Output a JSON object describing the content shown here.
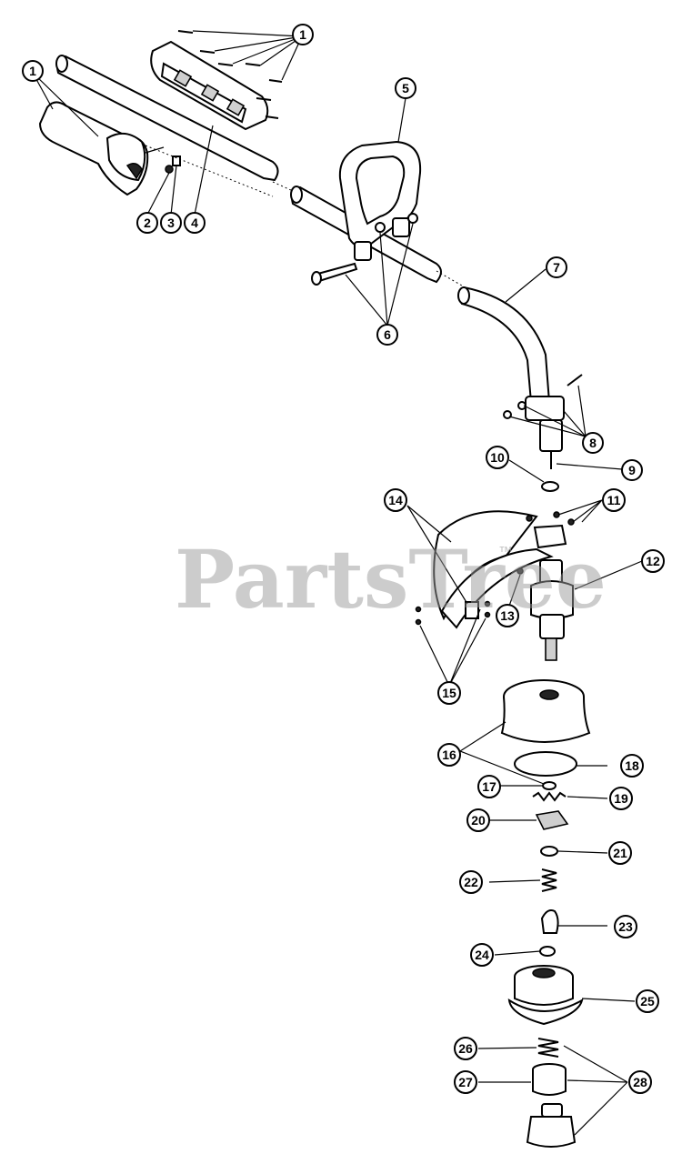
{
  "watermark": {
    "text": "PartsTree",
    "trademark": "™"
  },
  "callouts": [
    {
      "id": "1a",
      "label": "1"
    },
    {
      "id": "1b",
      "label": "1"
    },
    {
      "id": "2",
      "label": "2"
    },
    {
      "id": "3",
      "label": "3"
    },
    {
      "id": "4",
      "label": "4"
    },
    {
      "id": "5",
      "label": "5"
    },
    {
      "id": "6",
      "label": "6"
    },
    {
      "id": "7",
      "label": "7"
    },
    {
      "id": "8",
      "label": "8"
    },
    {
      "id": "9",
      "label": "9"
    },
    {
      "id": "10",
      "label": "10"
    },
    {
      "id": "11",
      "label": "11"
    },
    {
      "id": "12",
      "label": "12"
    },
    {
      "id": "13",
      "label": "13"
    },
    {
      "id": "14",
      "label": "14"
    },
    {
      "id": "15",
      "label": "15"
    },
    {
      "id": "16",
      "label": "16"
    },
    {
      "id": "17",
      "label": "17"
    },
    {
      "id": "18",
      "label": "18"
    },
    {
      "id": "19",
      "label": "19"
    },
    {
      "id": "20",
      "label": "20"
    },
    {
      "id": "21",
      "label": "21"
    },
    {
      "id": "22",
      "label": "22"
    },
    {
      "id": "23",
      "label": "23"
    },
    {
      "id": "24",
      "label": "24"
    },
    {
      "id": "25",
      "label": "25"
    },
    {
      "id": "26",
      "label": "26"
    },
    {
      "id": "27",
      "label": "27"
    },
    {
      "id": "28",
      "label": "28"
    }
  ],
  "colors": {
    "line": "#000000",
    "background": "#ffffff",
    "watermark": "#9a9a9a"
  }
}
